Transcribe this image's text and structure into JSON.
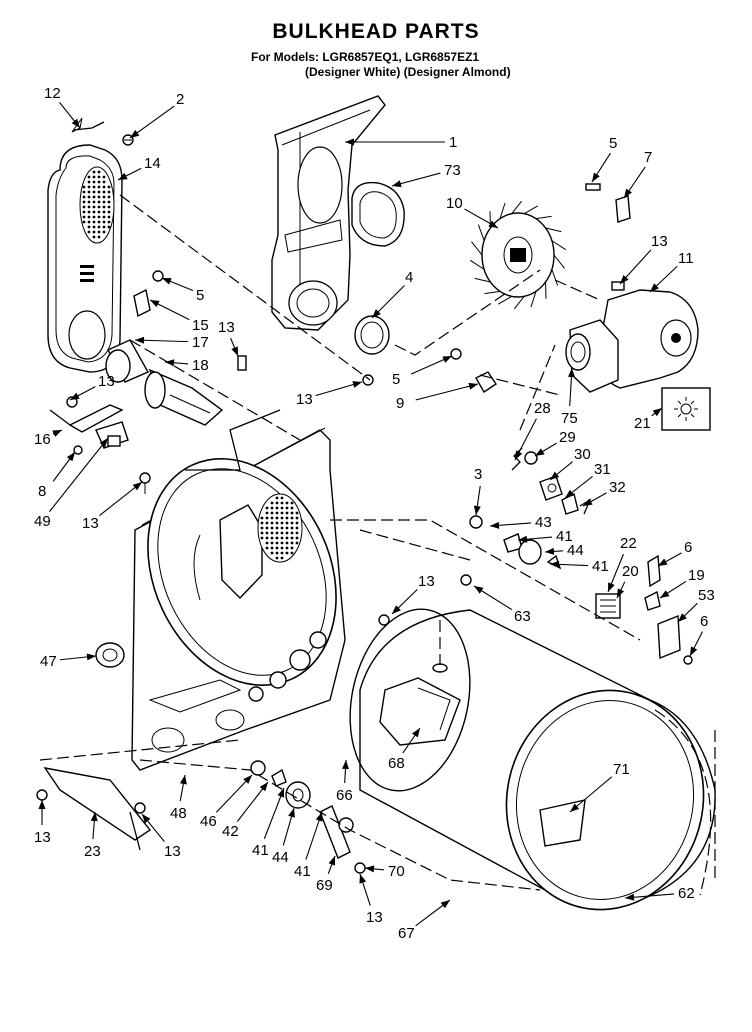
{
  "title": "BULKHEAD PARTS",
  "models_line": "For Models: LGR6857EQ1, LGR6857EZ1",
  "colors_line": "(Designer White) (Designer Almond)",
  "callouts": [
    "12",
    "2",
    "14",
    "5",
    "15",
    "17",
    "18",
    "13",
    "13",
    "16",
    "8",
    "49",
    "13",
    "1",
    "73",
    "4",
    "13",
    "5",
    "9",
    "5",
    "7",
    "10",
    "13",
    "11",
    "28",
    "29",
    "30",
    "31",
    "32",
    "75",
    "21",
    "3",
    "43",
    "41",
    "44",
    "41",
    "22",
    "20",
    "6",
    "19",
    "53",
    "6",
    "13",
    "63",
    "47",
    "68",
    "66",
    "71",
    "48",
    "46",
    "42",
    "41",
    "44",
    "41",
    "69",
    "70",
    "13",
    "67",
    "62",
    "13",
    "23",
    "13"
  ]
}
